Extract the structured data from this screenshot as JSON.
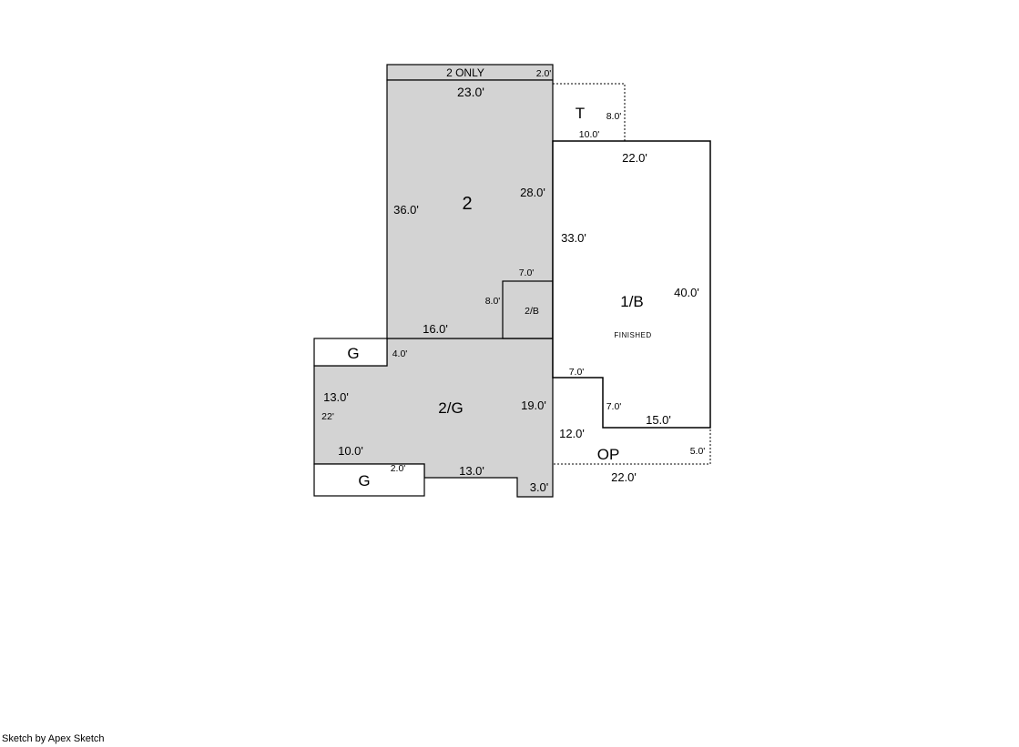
{
  "footer": {
    "credit": "Sketch by Apex Sketch"
  },
  "colors": {
    "area_fill": "#d3d3d3",
    "outline": "#000000",
    "background": "#ffffff"
  },
  "areas": {
    "strip_2only": {
      "label": "2 ONLY",
      "dims": {
        "height": "2.0'"
      }
    },
    "area_2": {
      "label": "2",
      "dims": {
        "top": "23.0'",
        "left": "36.0'",
        "right": "28.0'",
        "bottom": "16.0'"
      }
    },
    "area_2b": {
      "label": "2/B",
      "dims": {
        "top": "7.0'",
        "left": "8.0'"
      }
    },
    "area_t": {
      "label": "T",
      "dims": {
        "right": "8.0'",
        "bottom": "10.0'"
      }
    },
    "area_1b": {
      "label": "1/B",
      "sublabel": "FINISHED",
      "dims": {
        "top": "22.0'",
        "left": "33.0'",
        "right": "40.0'",
        "notch_top": "7.0'",
        "notch_side": "7.0'",
        "bottom": "15.0'"
      }
    },
    "area_op": {
      "label": "OP",
      "dims": {
        "left": "12.0'",
        "right": "5.0'",
        "bottom": "22.0'"
      }
    },
    "area_g_top": {
      "label": "G",
      "dims": {
        "right": "4.0'"
      }
    },
    "area_2g": {
      "label": "2/G",
      "dims": {
        "left": "13.0'",
        "left_total": "22'",
        "right": "19.0'",
        "bottom_left": "10.0'",
        "step": "2.0'",
        "bottom_mid": "13.0'",
        "bottom_right": "3.0'"
      }
    },
    "area_g_bottom": {
      "label": "G"
    }
  }
}
